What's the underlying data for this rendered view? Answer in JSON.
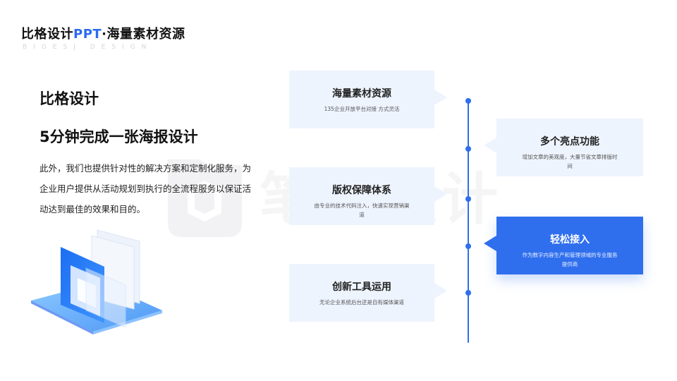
{
  "header": {
    "title_prefix": "比格设计",
    "title_accent": "PPT",
    "title_suffix": "·海量素材资源",
    "subtitle": "BIGESJ DESIGN"
  },
  "watermark": {
    "text": "笔格设计"
  },
  "left": {
    "heading1": "比格设计",
    "heading2": "5分钟完成一张海报设计",
    "paragraph": "此外，我们也提供针对性的解决方案和定制化服务，为企业用户提供从活动规划到执行的全流程服务以保证活动达到最佳的效果和目的。"
  },
  "cards": [
    {
      "title": "海量素材资源",
      "desc": "135企业开放平台对接 方式灵活"
    },
    {
      "title": "多个亮点功能",
      "desc": "增加文章的美观度，大量节省文章排版时间"
    },
    {
      "title": "版权保障体系",
      "desc": "由专业的技术代码注入，快速实现营销渠道"
    },
    {
      "title": "轻松接入",
      "desc": "作为数字内容生产和管理领域的专业服务提供商"
    },
    {
      "title": "创新工具运用",
      "desc": "无论企业系统后台还是自有媒体渠道"
    }
  ],
  "colors": {
    "accent": "#2f6fee",
    "card_bg": "#eef4fe"
  }
}
